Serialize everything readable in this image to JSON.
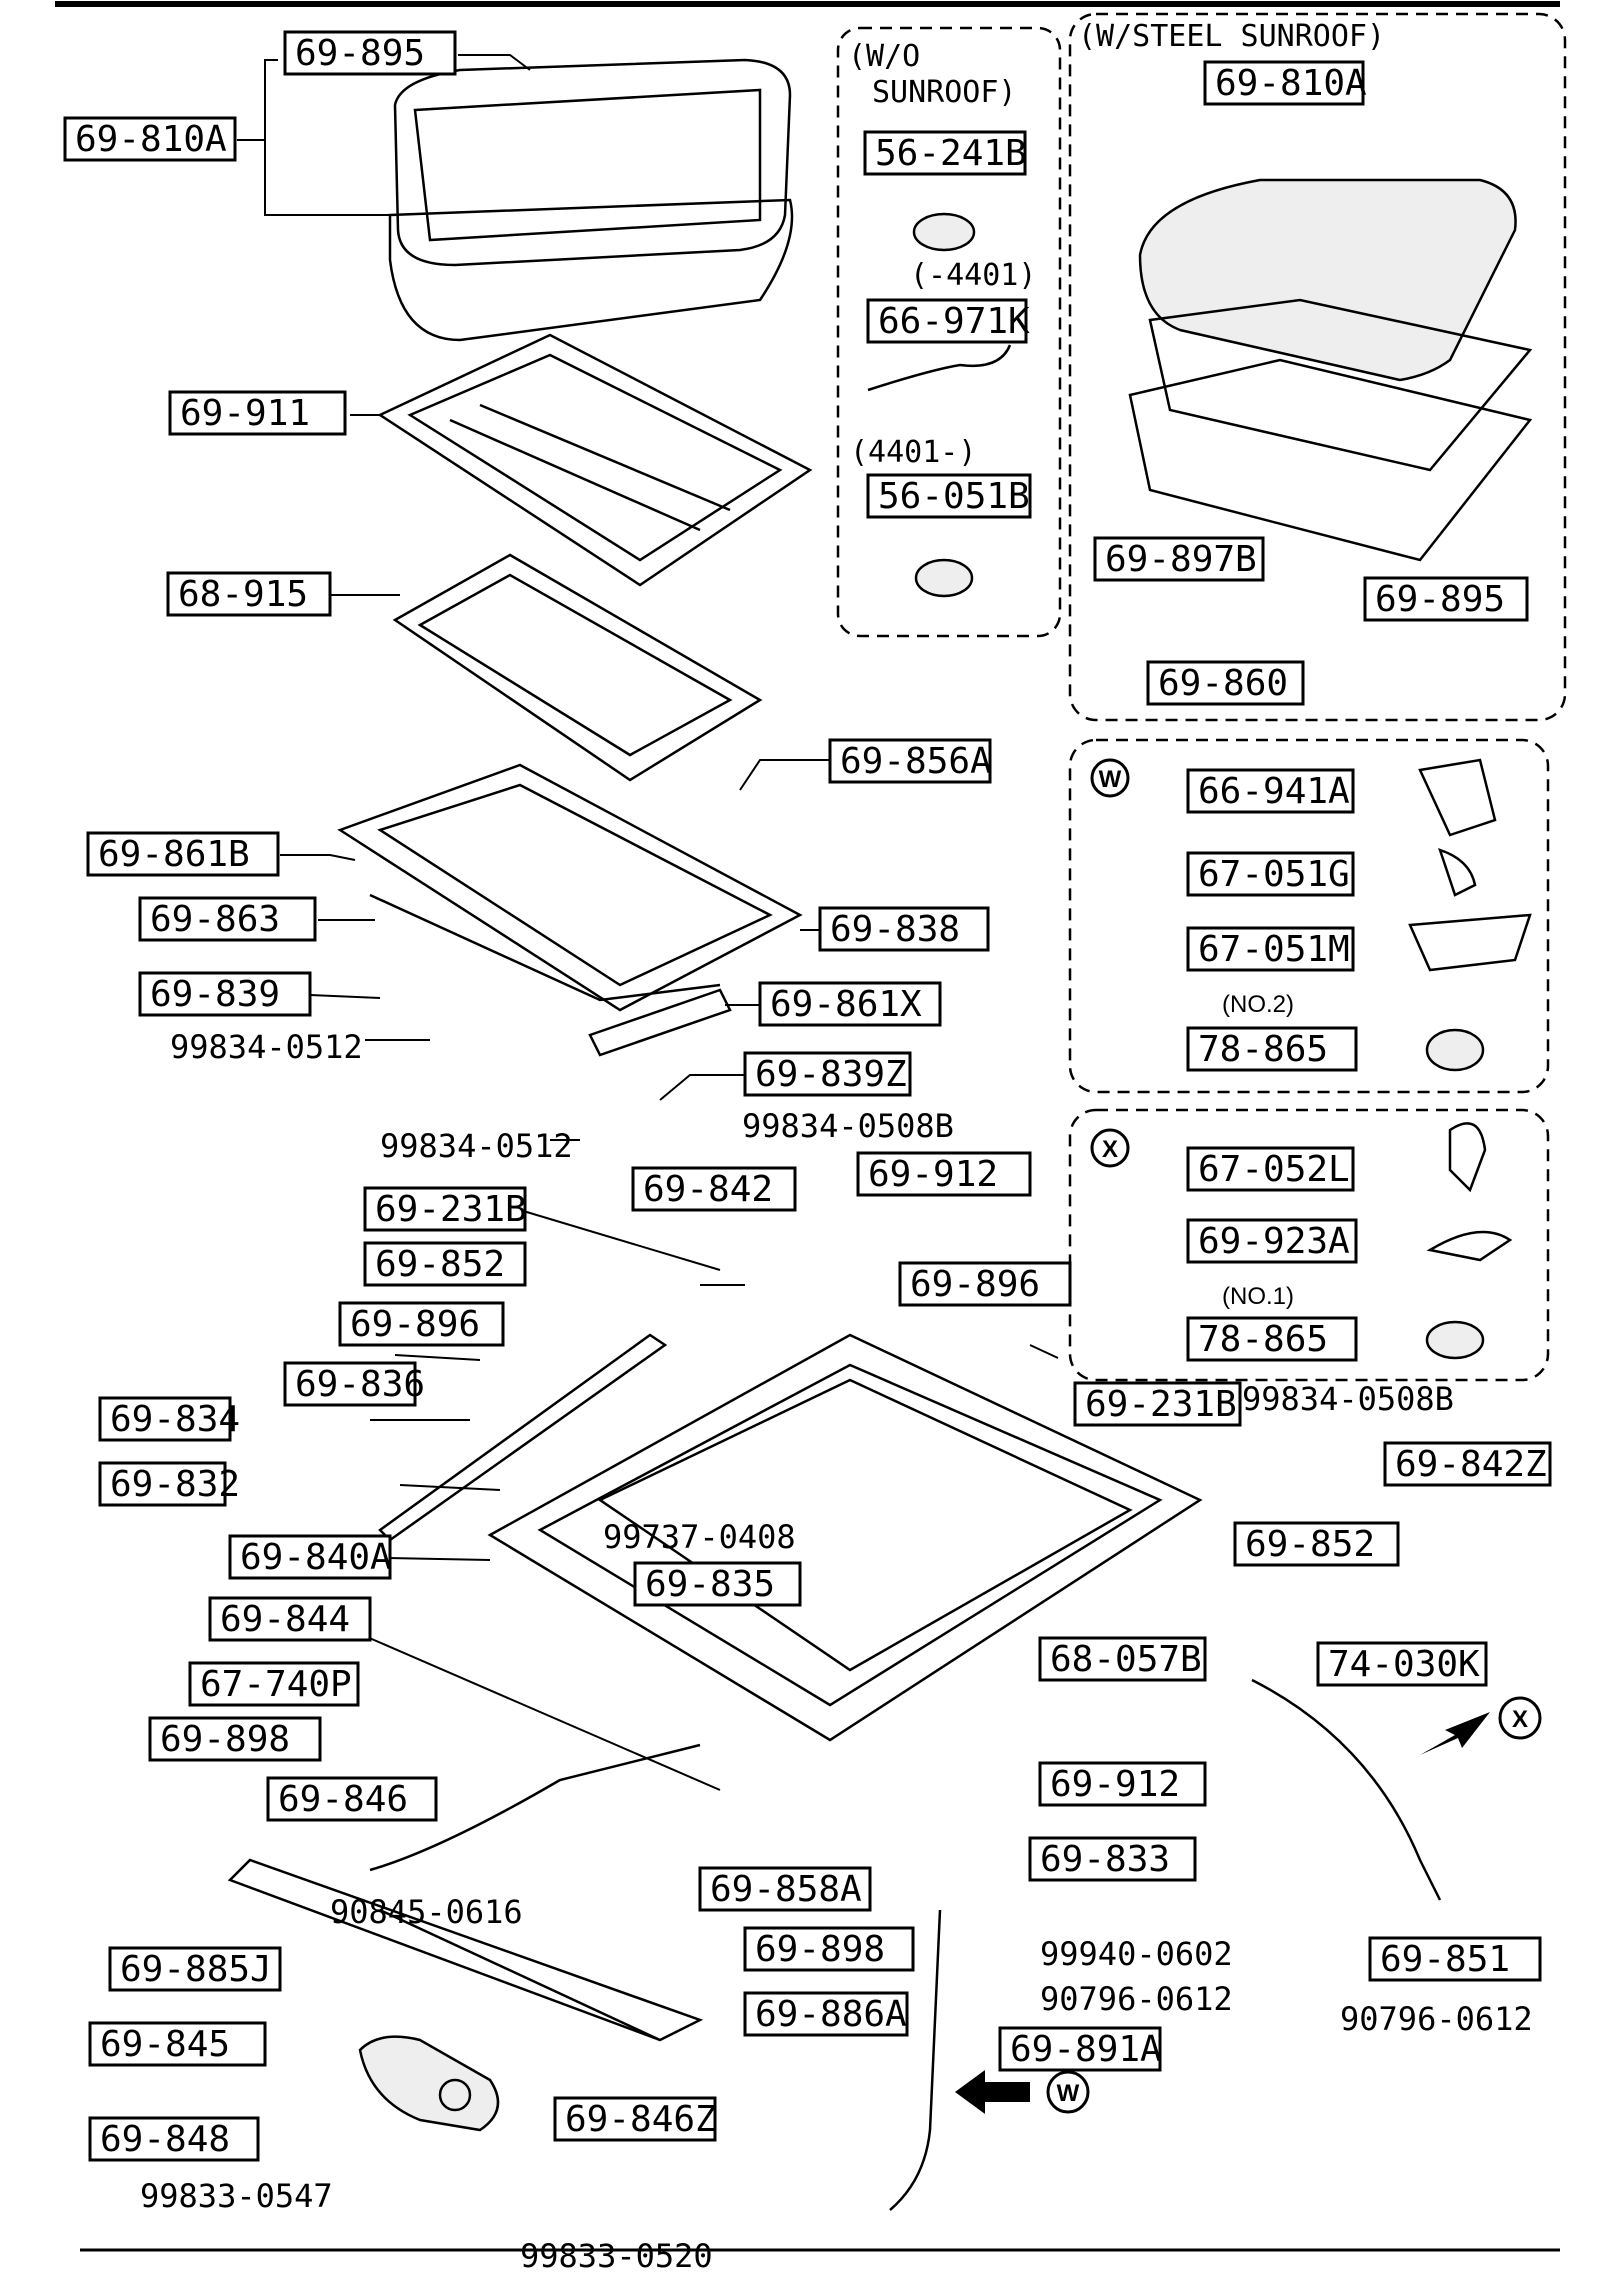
{
  "groups": {
    "wo_sunroof": "(W/O\nSUNROOF)",
    "w_steel_sunroof": "(W/STEEL SUNROOF)"
  },
  "notes": {
    "range1": "(-4401)",
    "range2": "(4401-)",
    "no2": "(NO.2)",
    "no1": "(NO.1)"
  },
  "callouts": {
    "w": "W",
    "x": "X"
  },
  "parts": [
    "69-895",
    "69-810A",
    "69-911",
    "68-915",
    "69-856A",
    "69-861B",
    "69-863",
    "69-838",
    "69-839",
    "69-861X",
    "69-839Z",
    "69-842",
    "69-912",
    "69-231B",
    "69-852",
    "69-896",
    "69-836",
    "69-834",
    "69-832",
    "69-840A",
    "69-835",
    "69-844",
    "67-740P",
    "69-898",
    "69-846",
    "69-885J",
    "69-845",
    "69-848",
    "69-858A",
    "69-886A",
    "69-846Z",
    "69-891A",
    "69-833",
    "68-057B",
    "69-842Z",
    "74-030K",
    "69-851",
    "56-241B",
    "66-971K",
    "56-051B",
    "69-897B",
    "69-860",
    "66-941A",
    "67-051G",
    "67-051M",
    "78-865",
    "67-052L",
    "69-923A"
  ],
  "fasteners": [
    "99834-0512",
    "99834-0508B",
    "99737-0408",
    "90845-0616",
    "99940-0602",
    "90796-0612",
    "99833-0547",
    "99833-0520"
  ]
}
